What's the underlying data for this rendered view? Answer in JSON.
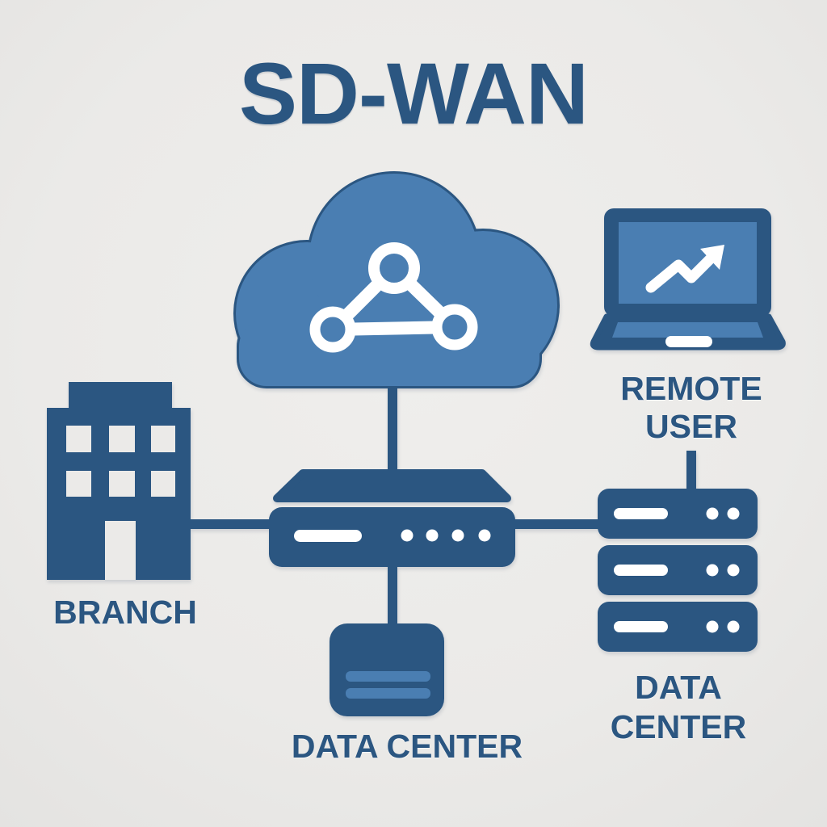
{
  "title": "SD-WAN",
  "colors": {
    "background": "#ebeae8",
    "dark_blue": "#2b5681",
    "medium_blue": "#4a7eb2",
    "icon_white": "#ffffff"
  },
  "nodes": {
    "cloud": {
      "icon": "cloud-network-icon"
    },
    "branch": {
      "label": "BRANCH",
      "icon": "office-building-icon"
    },
    "edge_router": {
      "icon": "sdwan-router-icon"
    },
    "data_center": {
      "label": "DATA CENTER",
      "icon": "storage-box-icon"
    },
    "remote_user": {
      "label_line1": "REMOTE",
      "label_line2": "USER",
      "icon": "laptop-trend-icon"
    },
    "data_center_servers": {
      "label_line1": "DATA",
      "label_line2": "CENTER",
      "icon": "server-stack-icon"
    }
  },
  "connections": [
    "cloud to edge_router",
    "branch to edge_router",
    "edge_router to data_center",
    "edge_router to data_center_servers",
    "remote_user to data_center_servers"
  ]
}
